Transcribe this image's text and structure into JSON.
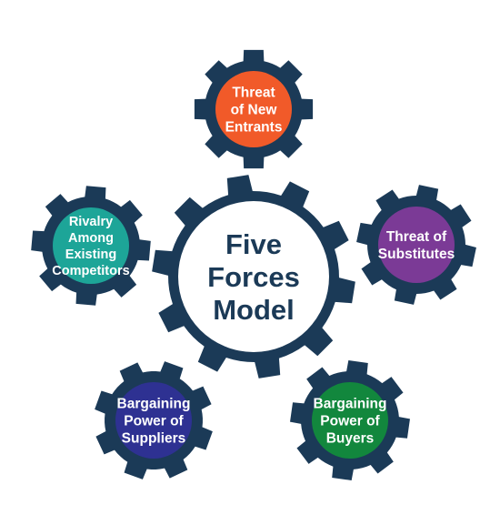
{
  "diagram": {
    "center": {
      "lines": [
        "Five",
        "Forces",
        "Model"
      ]
    },
    "forces": [
      {
        "id": "new-entrants",
        "lines": [
          "Threat",
          "of New",
          "Entrants"
        ],
        "color": "#f15a29"
      },
      {
        "id": "substitutes",
        "lines": [
          "Threat of",
          "Substitutes"
        ],
        "color": "#7b3a96"
      },
      {
        "id": "buyers",
        "lines": [
          "Bargaining",
          "Power of",
          "Buyers"
        ],
        "color": "#12873d"
      },
      {
        "id": "suppliers",
        "lines": [
          "Bargaining",
          "Power of",
          "Suppliers"
        ],
        "color": "#2e3192"
      },
      {
        "id": "rivalry",
        "lines": [
          "Rivalry",
          "Among",
          "Existing",
          "Competitors"
        ],
        "color": "#1da598"
      }
    ],
    "gear_color": "#1b3a57"
  }
}
